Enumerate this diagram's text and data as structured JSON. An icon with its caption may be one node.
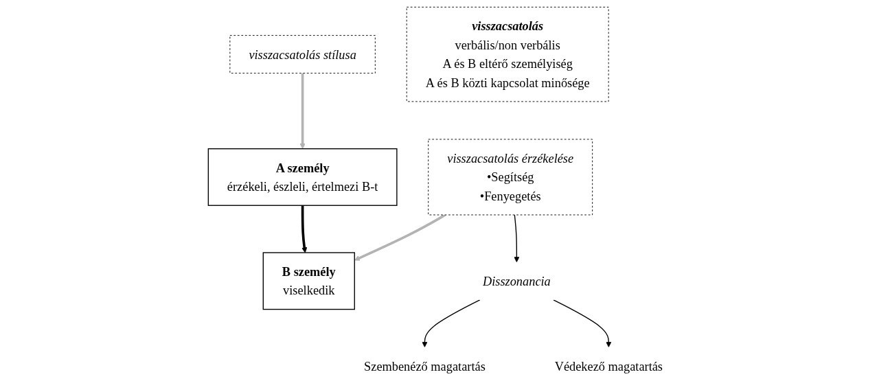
{
  "diagram": {
    "nodes": [
      {
        "text": [
          "A személy",
          "érzékeli, észleli, értelmezi B-t"
        ]
      },
      {
        "text": [
          "B személy",
          "viselkedik"
        ]
      },
      {
        "text": [
          "visszacsatolás stílusa"
        ]
      },
      {
        "text": [
          "visszacsatolás",
          "verbális/non verbális",
          "A és B eltérő személyiség",
          "A és B közti kapcsolat minősége"
        ]
      },
      {
        "text": [
          "visszacsatolás érzékelése",
          "•Segítség",
          "•Fenyegetés"
        ]
      },
      {
        "text": [
          "Disszonancia"
        ]
      },
      {
        "text": [
          "Szembenéző magatartás"
        ]
      },
      {
        "text": [
          "Védekező magatartás"
        ]
      }
    ],
    "edges": [
      {
        "from": 2,
        "to": 0,
        "arrow": "to",
        "style": "thick",
        "color": "#b3b3b3"
      },
      {
        "from": 0,
        "to": 1,
        "arrow": "to",
        "style": "thick"
      },
      {
        "from": 4,
        "to": 1,
        "arrow": "to",
        "style": "thick",
        "color": "#b3b3b3"
      },
      {
        "from": 4,
        "to": 5,
        "arrow": "to"
      },
      {
        "from": 5,
        "to": 6,
        "arrow": "to"
      },
      {
        "from": 5,
        "to": 7,
        "arrow": "to"
      }
    ]
  }
}
